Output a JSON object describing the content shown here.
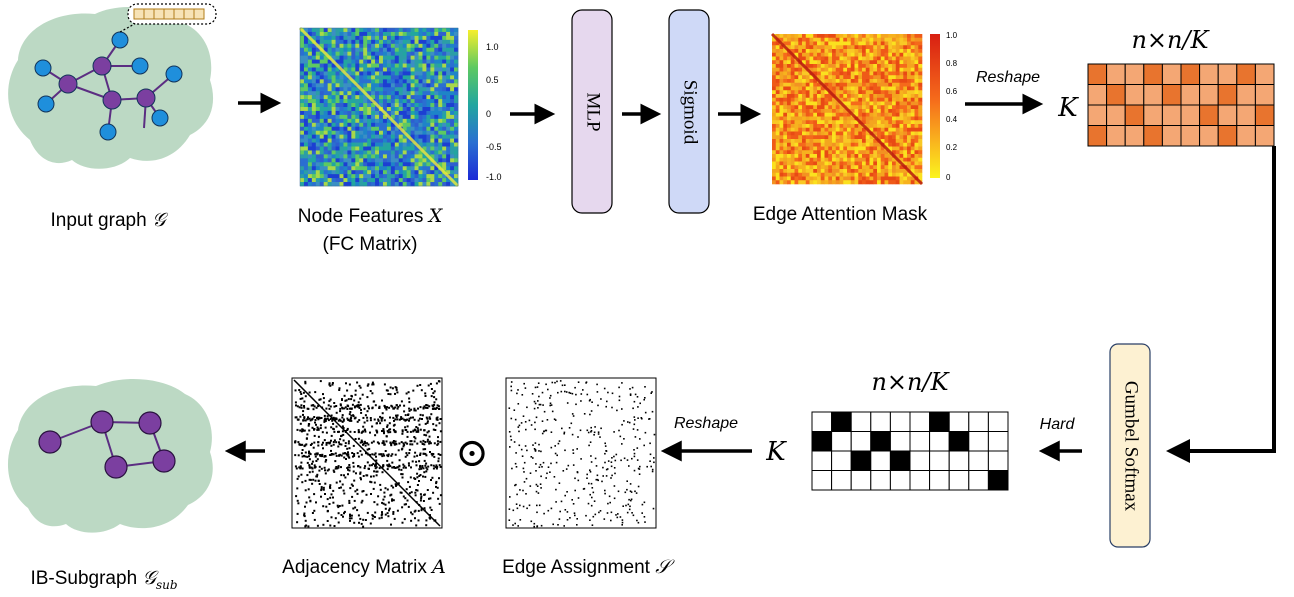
{
  "top_row": {
    "input_graph_label": "Input graph ",
    "input_graph_symbol": "𝒢",
    "node_features_label": "Node Features ",
    "node_features_symbol": "X",
    "fc_matrix_label": "(FC Matrix)",
    "fc_colorbar_ticks": [
      "1.0",
      "0.5",
      "0",
      "-0.5",
      "-1.0"
    ],
    "mlp_label": "MLP",
    "sigmoid_label": "Sigmoid",
    "edge_attention_label": "Edge Attention Mask",
    "attention_colorbar_ticks": [
      "1.0",
      "0.8",
      "0.6",
      "0.4",
      "0.2",
      "0"
    ],
    "reshape_label": "Reshape",
    "matrix_dim_label": "n×n/K",
    "matrix_row_label": "K"
  },
  "bottom_row": {
    "gumbel_label": "Gumbel Softmax",
    "hard_label": "Hard",
    "matrix_dim_label": "n×n/K",
    "matrix_row_label": "K",
    "reshape_label": "Reshape",
    "odot_symbol": "⊙",
    "adjacency_label": "Adjacency Matrix ",
    "adjacency_symbol": "A",
    "edge_assignment_label": "Edge Assignment ",
    "edge_assignment_symbol": "𝒮",
    "subgraph_label": "IB-Subgraph ",
    "subgraph_symbol": "𝒢",
    "subgraph_subscript": "sub"
  },
  "colors": {
    "brain": "#bcd9c4",
    "node_purple": "#7b3fa0",
    "node_blue": "#1f8fdc",
    "edge": "#5b2d82",
    "mlp_box": "#e6d8ee",
    "sigmoid_box": "#cfd9f7",
    "gumbel_box": "#fdf1d2",
    "matrix_dark": "#e8742e",
    "matrix_light": "#f4a774",
    "black": "#000000"
  }
}
